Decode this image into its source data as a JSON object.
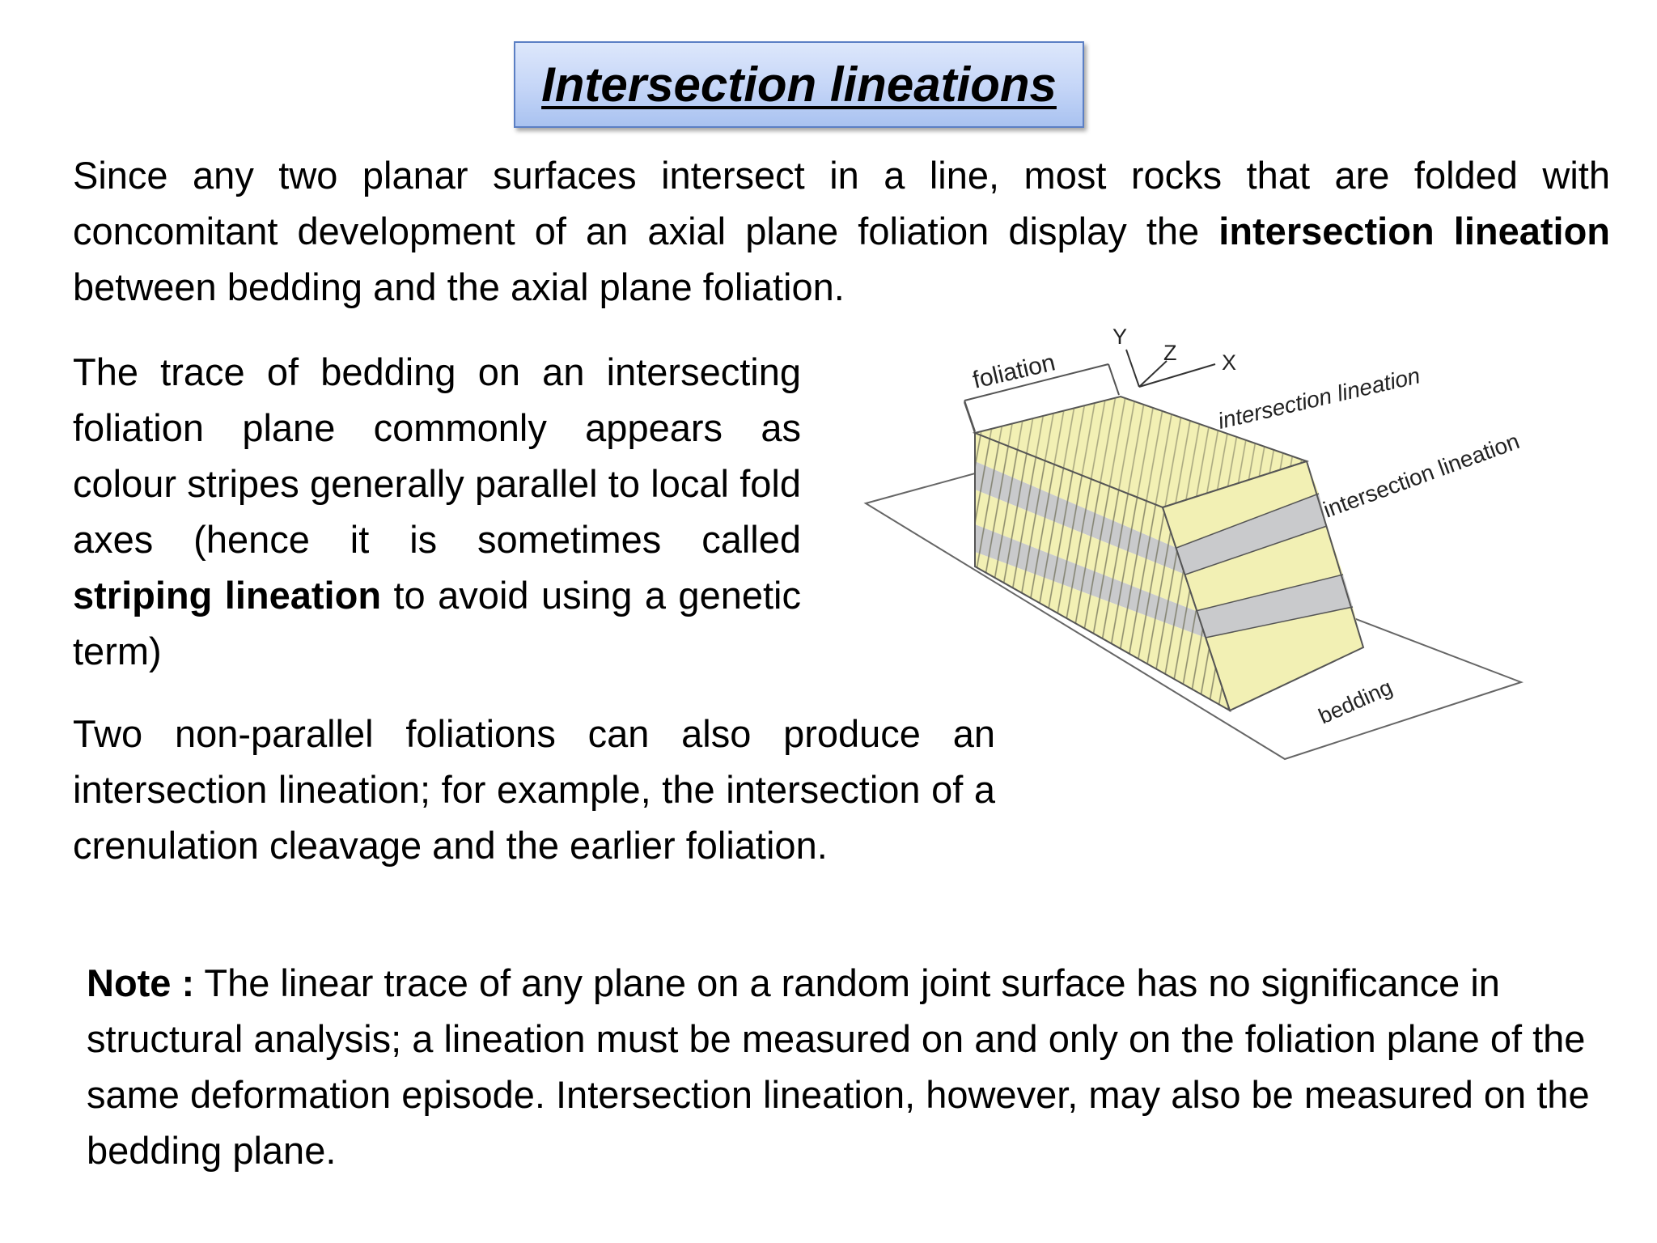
{
  "title": "Intersection lineations",
  "p1": {
    "part1": "Since any two planar surfaces intersect in a line, most rocks that are folded with concomitant development of an axial plane foliation display the ",
    "bold": "intersection lineation",
    "part2": " between bedding and the axial plane foliation."
  },
  "p2": {
    "part1": "The trace of bedding on an intersecting foliation plane commonly appears as colour stripes generally parallel to local fold axes (hence it is sometimes called ",
    "bold": "striping lineation",
    "part2": " to avoid using a genetic term)"
  },
  "p3": {
    "text": "Two non-parallel foliations can also produce an intersection lineation; for example, the intersection of a crenulation cleavage and the earlier foliation."
  },
  "note": {
    "label": "Note :",
    "text": " The linear trace of any plane on a random joint surface has no significance in structural analysis; a lineation must be measured on and only on the foliation plane of the same deformation episode. Intersection lineation, however, may also be measured on the bedding plane."
  },
  "figure": {
    "foliation_label": "foliation",
    "axis_y": "Y",
    "axis_z": "Z",
    "axis_x": "X",
    "intersection_label_1": "intersection lineation",
    "intersection_label_2": "intersection lineation",
    "bedding_label": "bedding",
    "colors": {
      "yellow_layer": "#f2f0b4",
      "grey_layer": "#c9cacc",
      "stripe": "#6d6c55",
      "outline": "#555555"
    }
  }
}
